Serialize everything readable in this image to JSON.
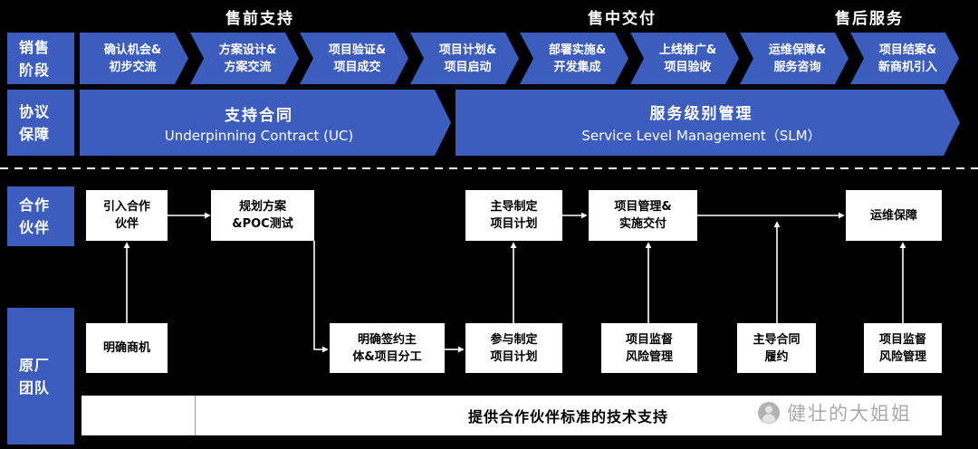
{
  "phases": [
    "售前支持",
    "售中交付",
    "售后服务"
  ],
  "sidebar": {
    "sales_stage": "销售\n阶段",
    "agreement": "协议\n保障",
    "partner": "合作\n伙伴",
    "vendor": "原厂\n团队"
  },
  "stages": [
    {
      "label": "确认机会&\n初步交流"
    },
    {
      "label": "方案设计&\n方案交流"
    },
    {
      "label": "项目验证&\n项目成交"
    },
    {
      "label": "项目计划&\n项目启动"
    },
    {
      "label": "部署实施&\n开发集成"
    },
    {
      "label": "上线推广&\n项目验收"
    },
    {
      "label": "运维保障&\n服务咨询"
    },
    {
      "label": "项目结案&\n新商机引入"
    }
  ],
  "agreements": [
    {
      "title": "支持合同",
      "subtitle": "Underpinning Contract (UC)"
    },
    {
      "title": "服务级别管理",
      "subtitle": "Service Level Management（SLM）"
    }
  ],
  "partner_boxes": [
    {
      "label": "引入合作\n伙伴"
    },
    {
      "label": "规划方案\n&POC测试"
    },
    {
      "label": "主导制定\n项目计划"
    },
    {
      "label": "项目管理&\n实施交付"
    },
    {
      "label": "运维保障"
    }
  ],
  "vendor_boxes": [
    {
      "label": "明确商机"
    },
    {
      "label": "明确签约主\n体&项目分工"
    },
    {
      "label": "参与制定\n项目计划"
    },
    {
      "label": "项目监督\n风险管理"
    },
    {
      "label": "主导合同\n履约"
    },
    {
      "label": "项目监督\n风险管理"
    }
  ],
  "bottom_bar": {
    "label": "提供合作伙伴标准的技术支持"
  },
  "watermark": {
    "label": "健壮的大姐姐",
    "icon": "wechat-account-icon"
  },
  "colors": {
    "accent_blue": "#3C5CBE",
    "background": "#000000",
    "box_white": "#FFFFFF",
    "text_on_blue": "#FFFFFF"
  }
}
